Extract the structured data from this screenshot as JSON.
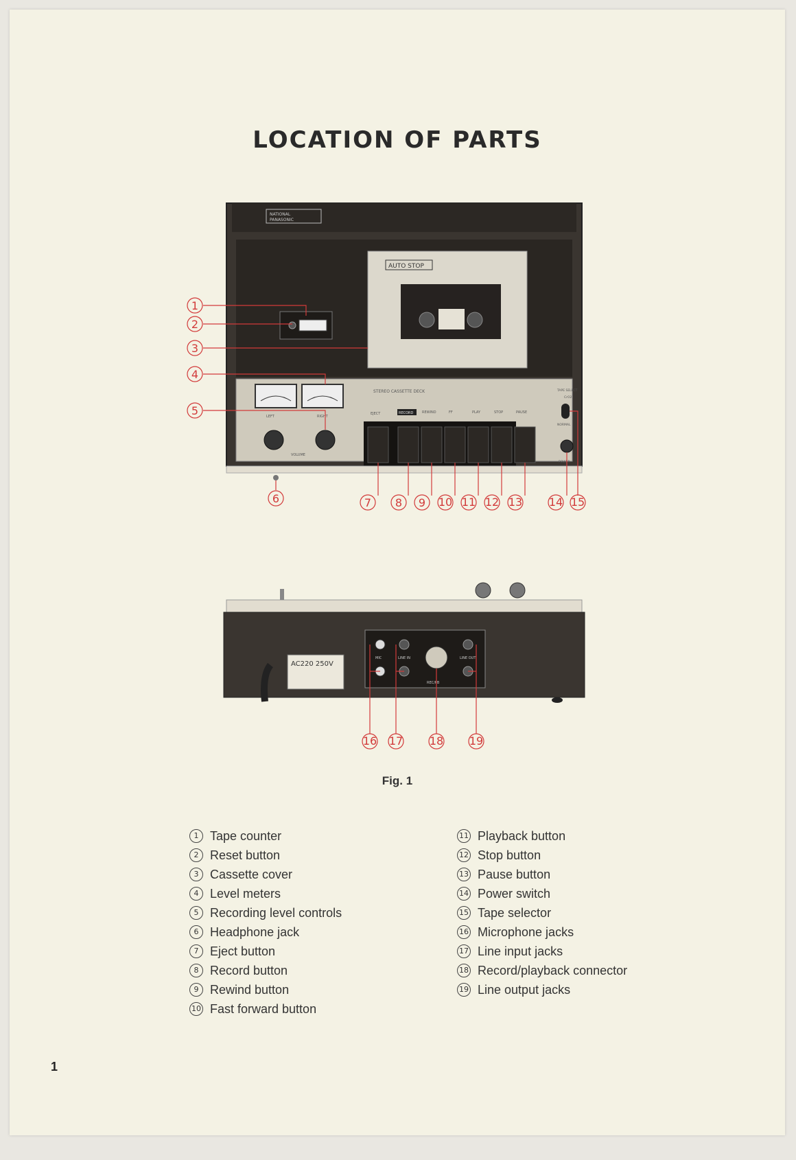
{
  "page": {
    "title": "LOCATION OF PARTS",
    "figure_caption": "Fig. 1",
    "page_number": "1"
  },
  "device_labels": {
    "brand_line1": "NATIONAL",
    "brand_line2": "PANASONIC",
    "auto_stop": "AUTO STOP",
    "model_text": "STEREO CASSETTE DECK",
    "eject": "EJECT",
    "record": "RECORD",
    "rewind": "REWIND",
    "ff": "FF",
    "play": "PLAY",
    "stop": "STOP",
    "pause": "PAUSE",
    "tape_select": "TAPE SELECT",
    "cro2": "CrO2",
    "normal": "NORMAL",
    "power": "POWER",
    "left": "LEFT",
    "right": "RIGHT",
    "volume": "VOLUME",
    "mic": "MIC",
    "line_in": "LINE IN",
    "rec_pb": "REC/PB",
    "line_out": "LINE OUT",
    "voltage": "AC220 250V"
  },
  "callouts": [
    "1",
    "2",
    "3",
    "4",
    "5",
    "6",
    "7",
    "8",
    "9",
    "10",
    "11",
    "12",
    "13",
    "14",
    "15",
    "16",
    "17",
    "18",
    "19"
  ],
  "legend_left": [
    {
      "num": "1",
      "label": "Tape counter"
    },
    {
      "num": "2",
      "label": "Reset button"
    },
    {
      "num": "3",
      "label": "Cassette cover"
    },
    {
      "num": "4",
      "label": "Level meters"
    },
    {
      "num": "5",
      "label": "Recording level controls"
    },
    {
      "num": "6",
      "label": "Headphone jack"
    },
    {
      "num": "7",
      "label": "Eject button"
    },
    {
      "num": "8",
      "label": "Record button"
    },
    {
      "num": "9",
      "label": "Rewind button"
    },
    {
      "num": "10",
      "label": "Fast forward button"
    }
  ],
  "legend_right": [
    {
      "num": "11",
      "label": "Playback button"
    },
    {
      "num": "12",
      "label": "Stop button"
    },
    {
      "num": "13",
      "label": "Pause button"
    },
    {
      "num": "14",
      "label": "Power switch"
    },
    {
      "num": "15",
      "label": "Tape selector"
    },
    {
      "num": "16",
      "label": "Microphone jacks"
    },
    {
      "num": "17",
      "label": "Line input jacks"
    },
    {
      "num": "18",
      "label": "Record/playback connector"
    },
    {
      "num": "19",
      "label": "Line output jacks"
    }
  ]
}
